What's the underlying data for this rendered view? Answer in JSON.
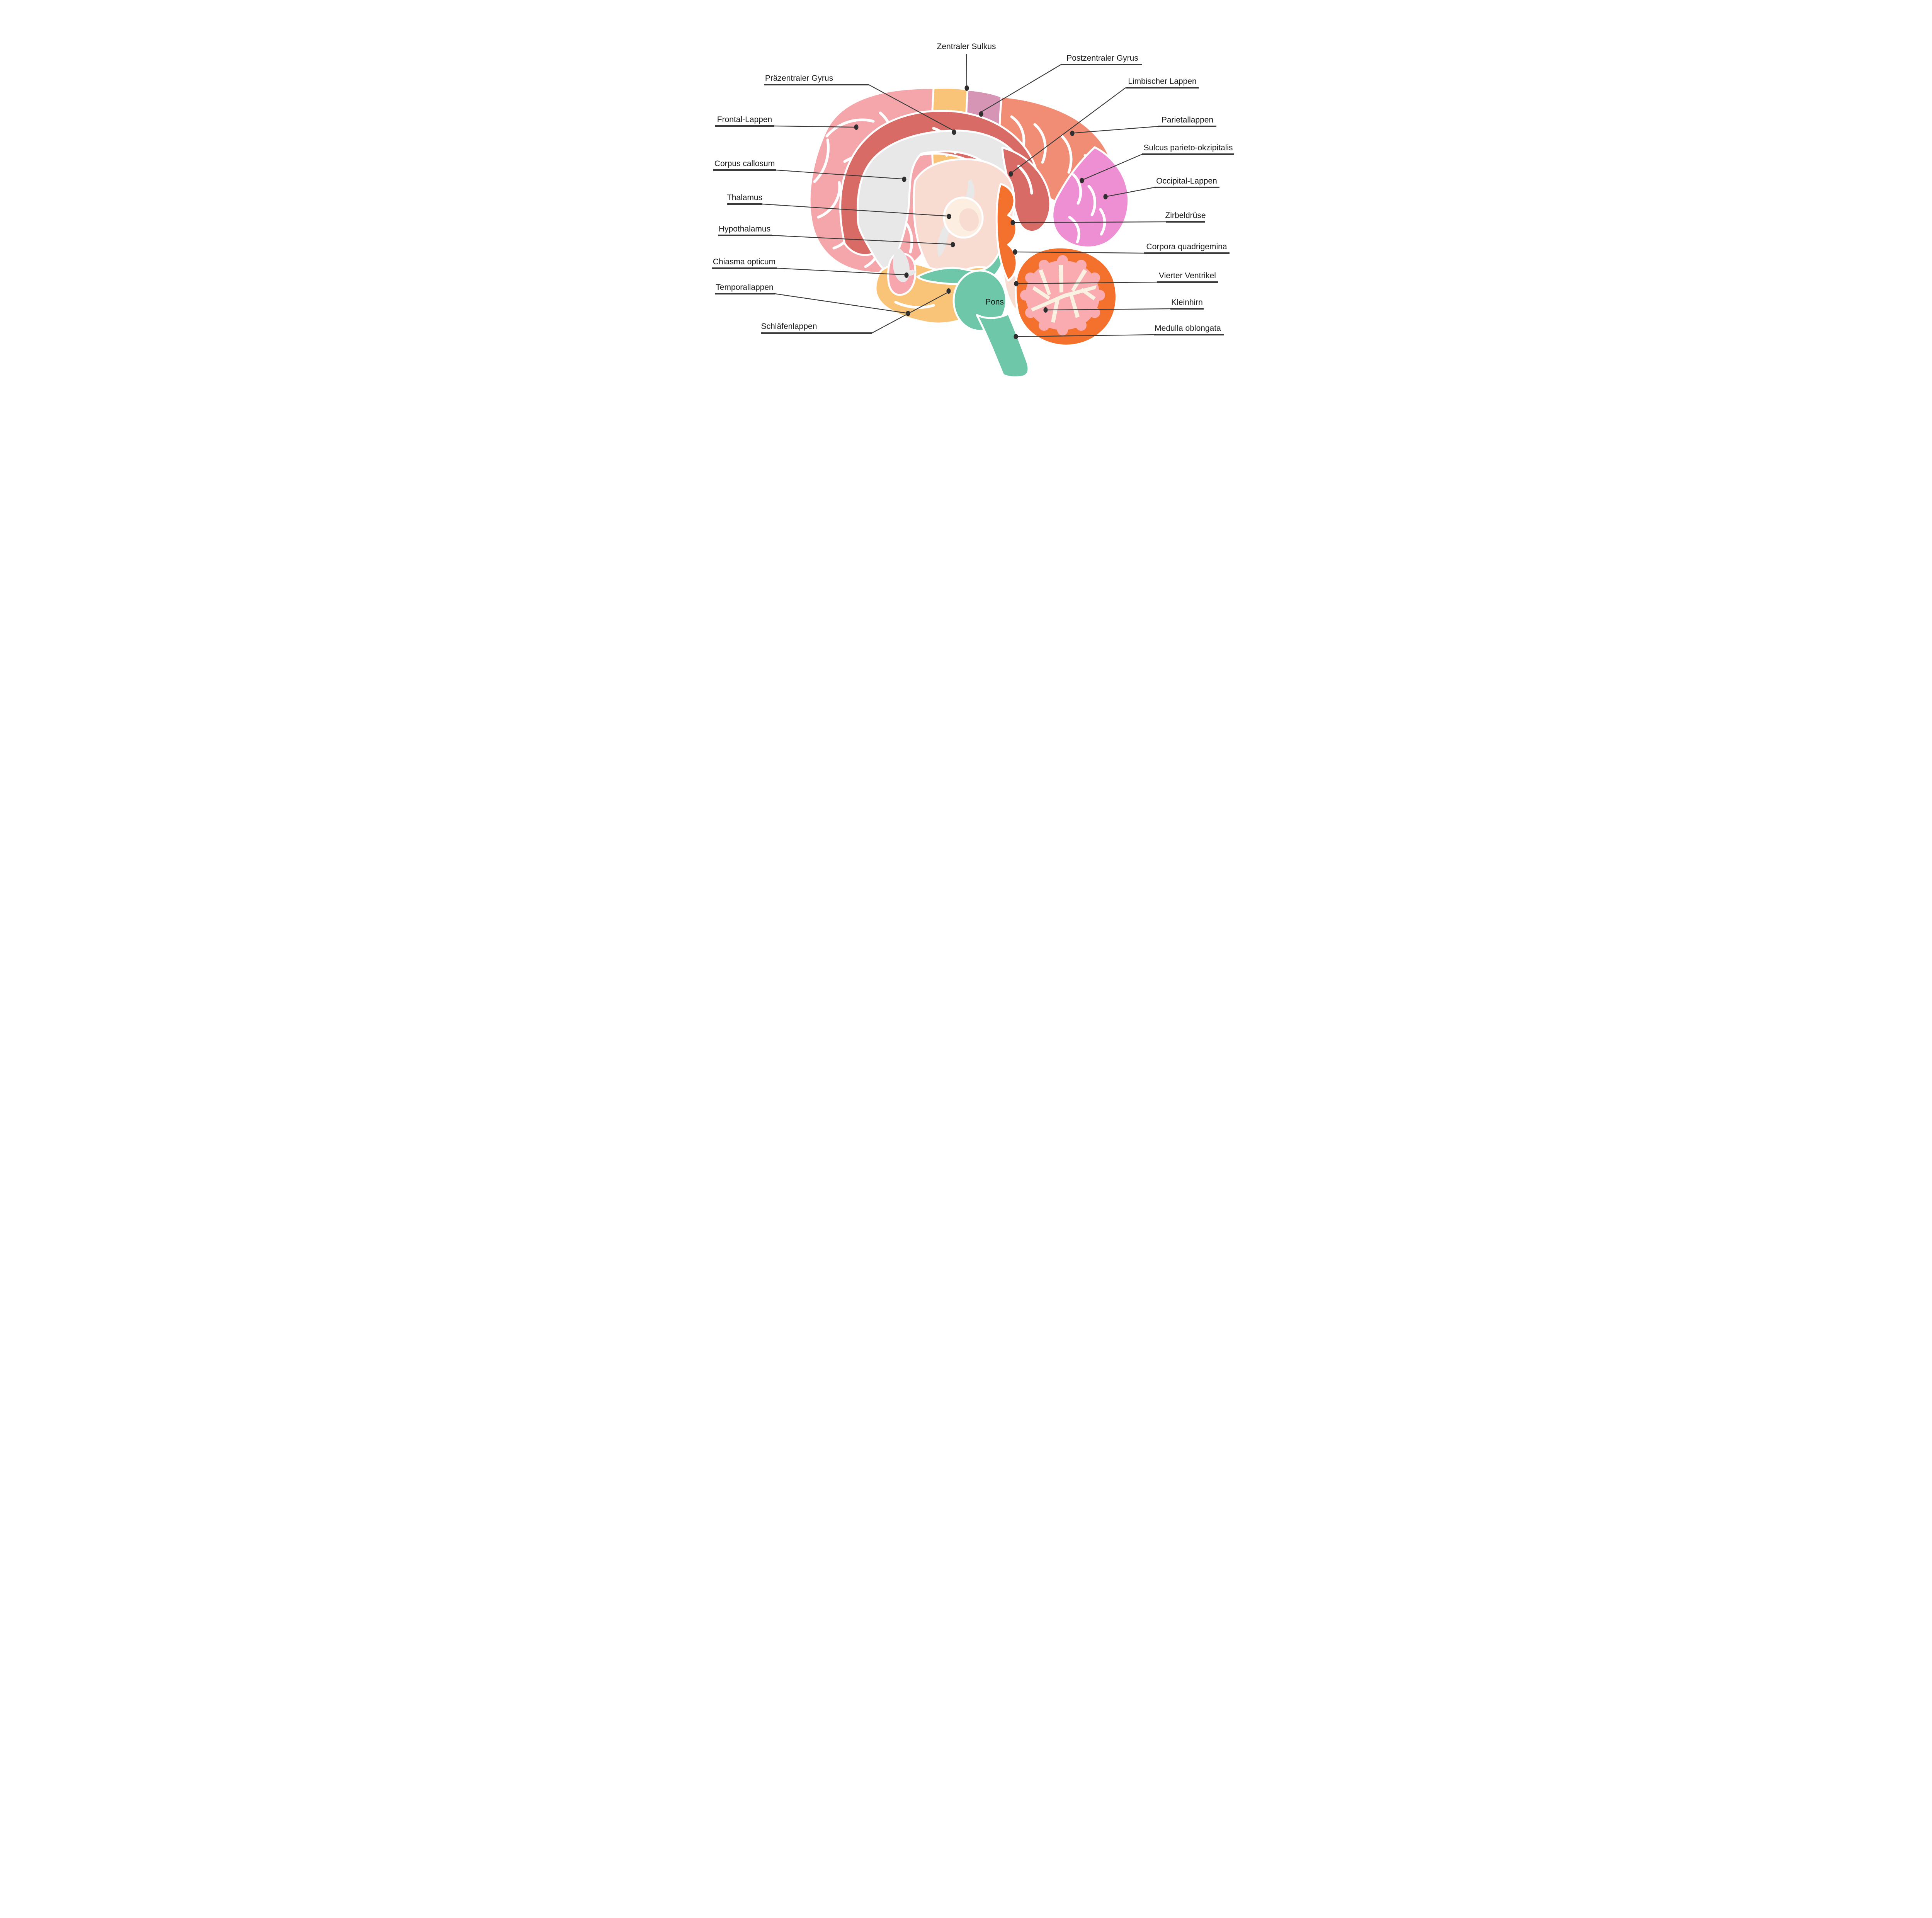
{
  "diagram": {
    "title": "Gehirn Sagittalschnitt Diagramm",
    "background": "#FFFFFF",
    "text_color": "#1A1A1A",
    "line_color": "#3A3A3A",
    "dot_color": "#2E2E2E",
    "colors": {
      "frontal": "#F5A6AA",
      "precentral_strip": "#FAC478",
      "postcentral_strip": "#D695B5",
      "parietal": "#F08D74",
      "occipital": "#ED8FD2",
      "limbic": "#D96B66",
      "corpus_callosum_gray": "#E9E8E8",
      "inner_peach": "#F8DCD1",
      "thalamus_cream": "#FCEFE2",
      "pink_nucleus": "#F8A6AE",
      "temporal_yellow": "#FAC478",
      "brainstem_teal": "#6FC7A9",
      "midbrain_orange": "#F3702D",
      "cerebellum_outer": "#F3702D",
      "cerebellum_folia": "#F9ABB0",
      "arbor_vitae_cream": "#FAF1E3"
    },
    "labels": [
      {
        "id": "zentraler-sulkus",
        "text": "Zentraler Sulkus"
      },
      {
        "id": "postzentraler-gyrus",
        "text": "Postzentraler Gyrus"
      },
      {
        "id": "praezentraler-gyrus",
        "text": "Präzentraler Gyrus"
      },
      {
        "id": "limbischer-lappen",
        "text": "Limbischer Lappen"
      },
      {
        "id": "frontal-lappen",
        "text": "Frontal-Lappen"
      },
      {
        "id": "parietallappen",
        "text": "Parietallappen"
      },
      {
        "id": "sulcus-parieto-okzipitalis",
        "text": "Sulcus parieto-okzipitalis"
      },
      {
        "id": "corpus-callosum",
        "text": "Corpus callosum"
      },
      {
        "id": "occipital-lappen",
        "text": "Occipital-Lappen"
      },
      {
        "id": "thalamus",
        "text": "Thalamus"
      },
      {
        "id": "zirbeldruese",
        "text": "Zirbeldrüse"
      },
      {
        "id": "hypothalamus",
        "text": "Hypothalamus"
      },
      {
        "id": "corpora-quadrigemina",
        "text": "Corpora quadrigemina"
      },
      {
        "id": "chiasma-opticum",
        "text": "Chiasma opticum"
      },
      {
        "id": "vierter-ventrikel",
        "text": "Vierter Ventrikel"
      },
      {
        "id": "temporallappen",
        "text": "Temporallappen"
      },
      {
        "id": "kleinhirn",
        "text": "Kleinhirn"
      },
      {
        "id": "schlaefenlappen",
        "text": "Schläfenlappen"
      },
      {
        "id": "medulla-oblongata",
        "text": "Medulla oblongata"
      },
      {
        "id": "pons",
        "text": "Pons"
      }
    ]
  }
}
